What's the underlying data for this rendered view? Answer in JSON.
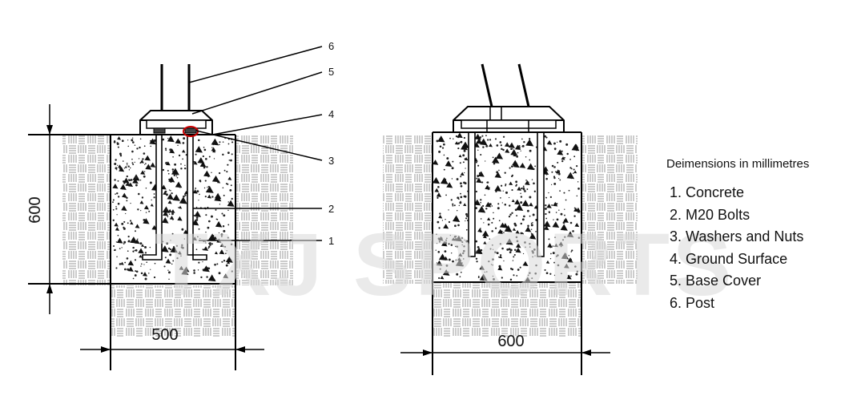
{
  "diagram": {
    "legend_title": "Deimensions in millimetres",
    "legend_items": [
      {
        "number": "1.",
        "label": "Concrete"
      },
      {
        "number": "2.",
        "label": "M20 Bolts"
      },
      {
        "number": "3.",
        "label": "Washers and Nuts"
      },
      {
        "number": "4.",
        "label": "Ground Surface"
      },
      {
        "number": "5.",
        "label": "Base Cover"
      },
      {
        "number": "6.",
        "label": "Post"
      }
    ],
    "callouts": [
      "1",
      "2",
      "3",
      "4",
      "5",
      "6"
    ],
    "dimension_depth": "600",
    "dimension_width_side": "500",
    "dimension_width_front": "600",
    "watermark": "TXJ SPORTS"
  }
}
